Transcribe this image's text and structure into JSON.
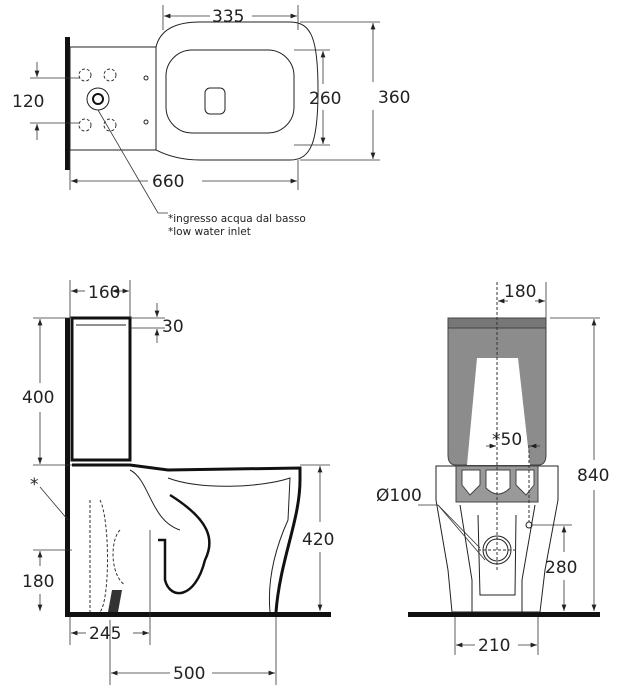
{
  "top_view": {
    "dim_width": "335",
    "dim_depth": "360",
    "dim_seat": "260",
    "dim_inlet": "120",
    "dim_length": "660",
    "note_it": "*ingresso acqua dal basso",
    "note_en": "*low water inlet"
  },
  "side_view": {
    "dim_tank_depth": "160",
    "dim_lid": "30",
    "dim_tank_height": "400",
    "dim_bowl_height": "420",
    "dim_inlet_height": "180",
    "dim_outlet": "245",
    "dim_length": "500",
    "inlet_marker": "*"
  },
  "front_view": {
    "dim_tank_offset": "180",
    "dim_total_height": "840",
    "dim_outlet_height": "280",
    "dim_base_width": "210",
    "dim_outlet_diameter": "Ø100",
    "dim_inlet_offset": "*50"
  },
  "colors": {
    "tank_fill": "#8c8c8c",
    "line": "#222222"
  }
}
